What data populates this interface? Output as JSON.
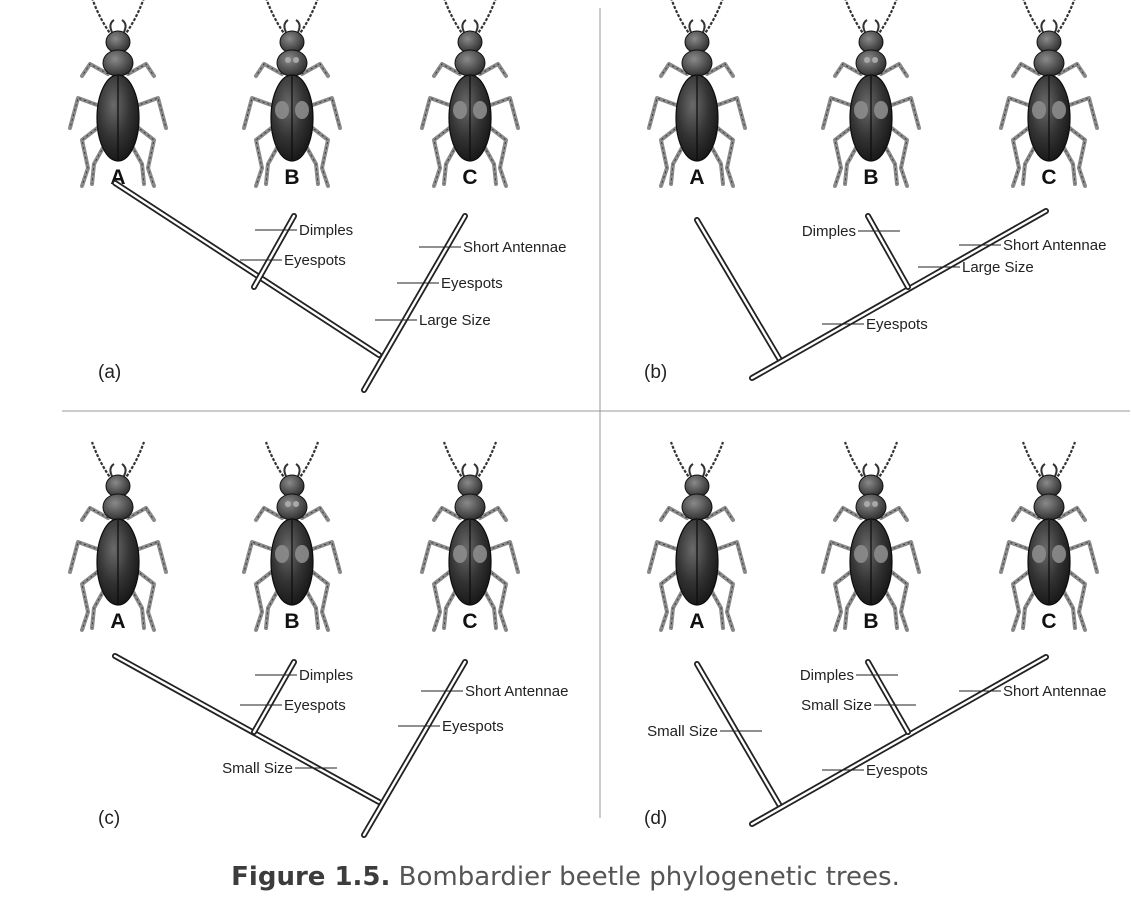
{
  "caption": {
    "label": "Figure 1.5.",
    "text": "Bombardier beetle phylogenetic trees."
  },
  "colors": {
    "line": "#222222",
    "beetle_body": "#3a3a3a",
    "beetle_dark": "#1e1e1e",
    "beetle_leg": "#8a8a8a",
    "beetle_spot": "#8c8c8c",
    "divider": "#999999"
  },
  "panels": [
    {
      "label": "(a)",
      "beetles": [
        {
          "letter": "A",
          "eyespots": false,
          "dimples": false
        },
        {
          "letter": "B",
          "eyespots": true,
          "dimples": true
        },
        {
          "letter": "C",
          "eyespots": true,
          "dimples": false
        }
      ],
      "traits": [
        "Dimples",
        "Eyespots",
        "Short Antennae",
        "Eyespots",
        "Large Size"
      ]
    },
    {
      "label": "(b)",
      "beetles": [
        {
          "letter": "A",
          "eyespots": false,
          "dimples": false
        },
        {
          "letter": "B",
          "eyespots": true,
          "dimples": true
        },
        {
          "letter": "C",
          "eyespots": true,
          "dimples": false
        }
      ],
      "traits": [
        "Dimples",
        "Short Antennae",
        "Large Size",
        "Eyespots"
      ]
    },
    {
      "label": "(c)",
      "beetles": [
        {
          "letter": "A",
          "eyespots": false,
          "dimples": false
        },
        {
          "letter": "B",
          "eyespots": true,
          "dimples": true
        },
        {
          "letter": "C",
          "eyespots": true,
          "dimples": false
        }
      ],
      "traits": [
        "Dimples",
        "Eyespots",
        "Short Antennae",
        "Eyespots",
        "Small Size"
      ]
    },
    {
      "label": "(d)",
      "beetles": [
        {
          "letter": "A",
          "eyespots": false,
          "dimples": false
        },
        {
          "letter": "B",
          "eyespots": true,
          "dimples": true
        },
        {
          "letter": "C",
          "eyespots": true,
          "dimples": false
        }
      ],
      "traits": [
        "Dimples",
        "Small Size",
        "Short Antennae",
        "Small Size",
        "Eyespots"
      ]
    }
  ]
}
